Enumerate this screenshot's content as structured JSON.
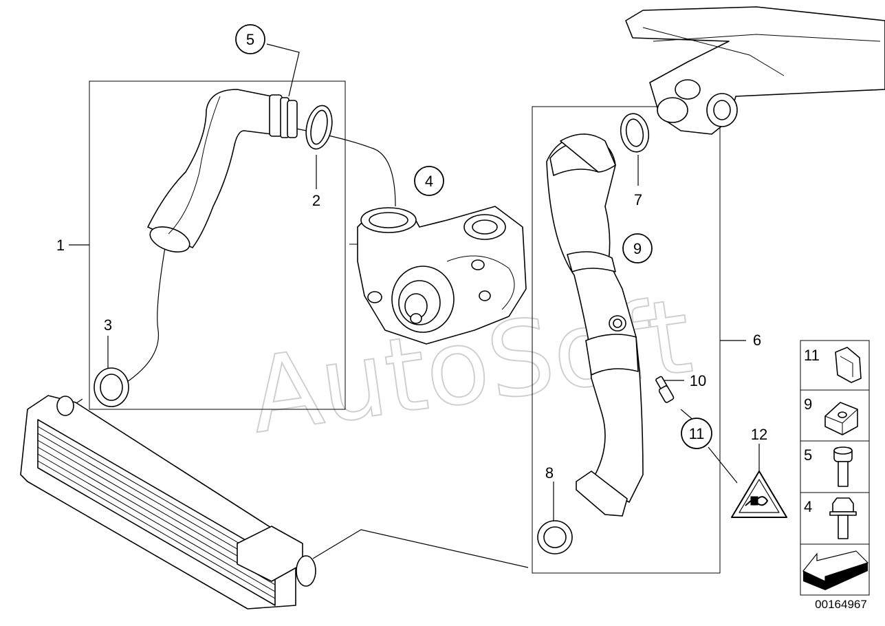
{
  "diagram": {
    "watermark": "AutoSoft",
    "doc_number": "00164967",
    "callouts": {
      "c1": "1",
      "c2": "2",
      "c3": "3",
      "c4": "4",
      "c5": "5",
      "c6": "6",
      "c7": "7",
      "c8": "8",
      "c9": "9",
      "c10": "10",
      "c11": "11",
      "c12": "12"
    },
    "legend": [
      {
        "label": "11",
        "icon": "hose-clip-icon"
      },
      {
        "label": "9",
        "icon": "spring-nut-icon"
      },
      {
        "label": "5",
        "icon": "socket-bolt-icon"
      },
      {
        "label": "4",
        "icon": "hex-bolt-icon"
      },
      {
        "label": "",
        "icon": "direction-arrow-icon"
      }
    ]
  }
}
